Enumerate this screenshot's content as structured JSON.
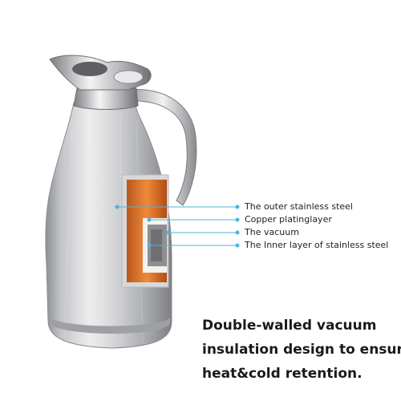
{
  "callouts": [
    {
      "label": "The outer stainless steel"
    },
    {
      "label": "Copper platinglayer"
    },
    {
      "label": "The vacuum"
    },
    {
      "label": "The Inner layer of stainless steel"
    }
  ],
  "headline": {
    "line1": "Double-walled vacuum",
    "line2": "insulation design to ensure",
    "line3": "heat&cold retention."
  },
  "colors": {
    "background": "#ffffff",
    "callout_line": "#4fb3d9",
    "copper": "#e06a1e",
    "steel": "#c9c9cb"
  }
}
